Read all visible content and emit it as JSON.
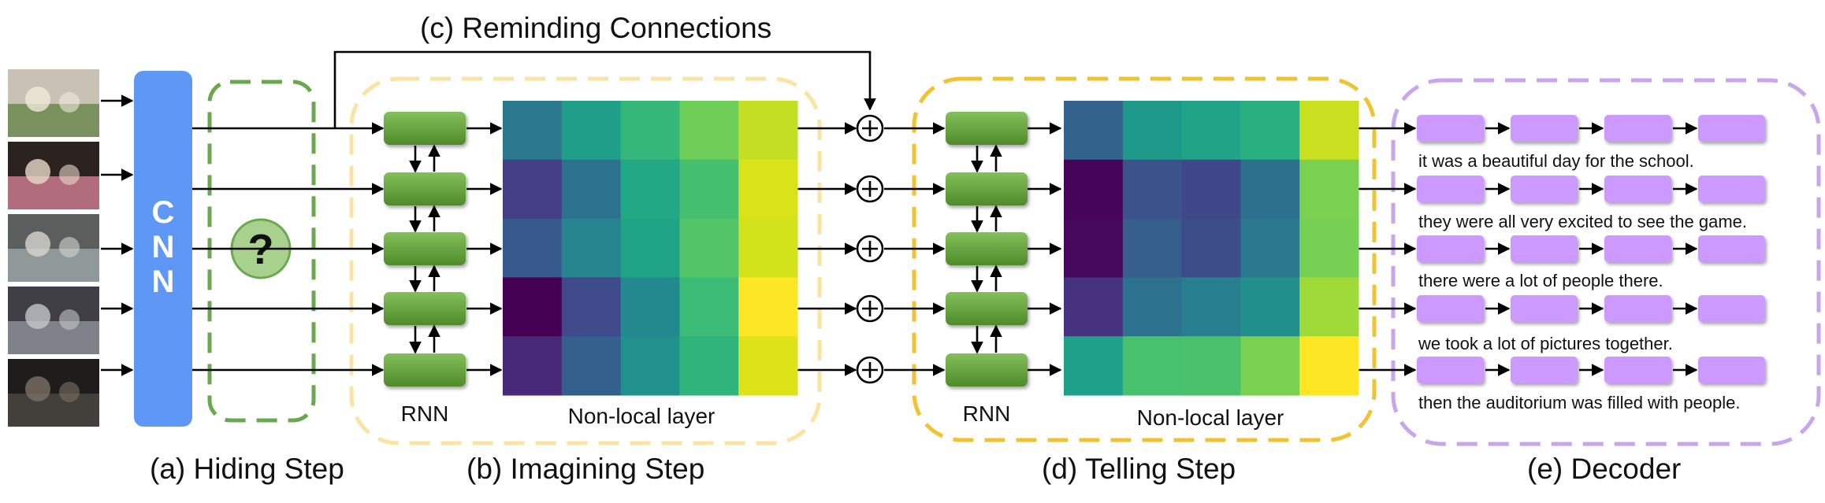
{
  "labels": {
    "reminding": "(c) Reminding Connections",
    "hiding": "(a) Hiding Step",
    "imagining": "(b) Imagining Step",
    "telling": "(d) Telling Step",
    "decoder": "(e) Decoder",
    "rnn_b": "RNN",
    "nonlocal_b": "Non-local layer",
    "rnn_d": "RNN",
    "nonlocal_d": "Non-local layer"
  },
  "cnn": [
    "C",
    "N",
    "N"
  ],
  "hidden_mark": "?",
  "sentences": [
    "it was a beautiful day for the school.",
    "they were all very excited to see the game.",
    "there were a lot of people there.",
    "we took a lot of pictures together.",
    "then the auditorium was filled with people."
  ],
  "photos": [
    {
      "name": "photo-1-flowers",
      "colors": [
        "#c9c2b4",
        "#6b8a4e",
        "#efe9da"
      ]
    },
    {
      "name": "photo-2-students",
      "colors": [
        "#2b2320",
        "#c97a8e",
        "#e8d9c8"
      ]
    },
    {
      "name": "photo-3-group",
      "colors": [
        "#5a5e5c",
        "#9aa3a4",
        "#d6d6d0"
      ]
    },
    {
      "name": "photo-4-stairs",
      "colors": [
        "#3e3e44",
        "#8b8d94",
        "#c5c7cc"
      ]
    },
    {
      "name": "photo-5-auditorium",
      "colors": [
        "#1f1d1c",
        "#4a4540",
        "#7b7266"
      ]
    }
  ],
  "heatmap_b": [
    [
      "#2a788e",
      "#1f9e89",
      "#35b779",
      "#6ece58",
      "#c2df23"
    ],
    [
      "#433e85",
      "#2c728e",
      "#22a884",
      "#44bf70",
      "#dae319"
    ],
    [
      "#38598c",
      "#25848e",
      "#20a486",
      "#52c569",
      "#d2e21b"
    ],
    [
      "#440154",
      "#3e4a89",
      "#23898e",
      "#3bbb75",
      "#fde725"
    ],
    [
      "#482878",
      "#355f8d",
      "#21918c",
      "#2fb47c",
      "#dde318"
    ]
  ],
  "heatmap_d": [
    [
      "#33638d",
      "#1f9a8a",
      "#20a386",
      "#2ab07f",
      "#c8e020"
    ],
    [
      "#450457",
      "#3b528b",
      "#3f4788",
      "#2d708e",
      "#7ad151"
    ],
    [
      "#46085c",
      "#355e8d",
      "#3d4d8a",
      "#2a788e",
      "#75d054"
    ],
    [
      "#46327e",
      "#2c728e",
      "#277f8e",
      "#21908d",
      "#a0da39"
    ],
    [
      "#1fa088",
      "#48c16e",
      "#4ac16d",
      "#7ad151",
      "#fde725"
    ]
  ],
  "colors": {
    "cnn": "#5f97f6",
    "rnn": "#6aa93c",
    "decoder_cell": "#cc99ff",
    "hiding_border": "#6aa84f",
    "imagining_border": "#fbe3a3",
    "telling_border": "#f1c232",
    "decoder_border": "#c9a6ec",
    "question_fill": "#a9d18e"
  }
}
